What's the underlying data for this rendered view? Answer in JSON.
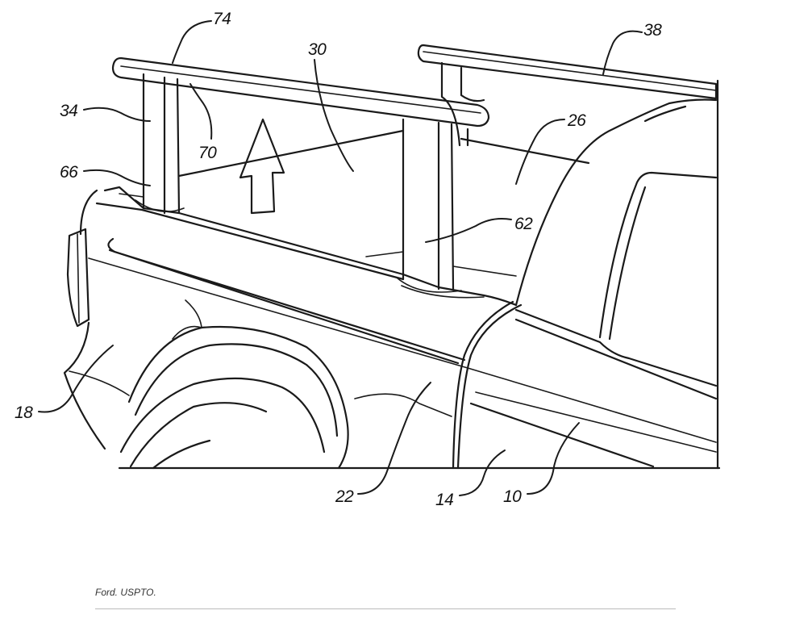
{
  "caption": "Ford. USPTO.",
  "reference_numerals": {
    "n74": "74",
    "n30": "30",
    "n38": "38",
    "n34": "34",
    "n26": "26",
    "n70": "70",
    "n66": "66",
    "n62": "62",
    "n18": "18",
    "n22": "22",
    "n14": "14",
    "n10": "10"
  }
}
